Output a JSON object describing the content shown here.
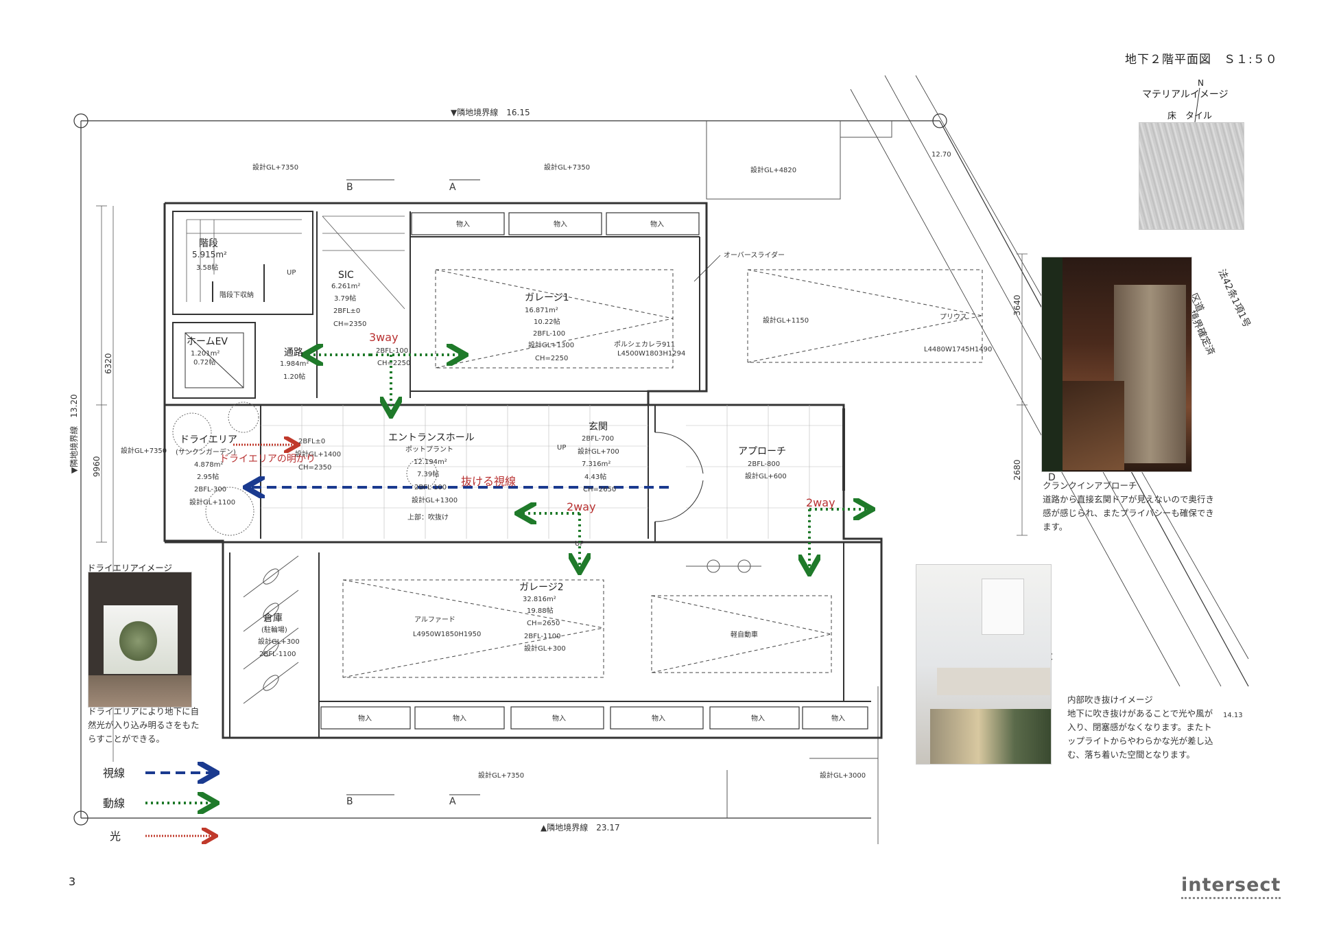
{
  "sheet": {
    "title": "地下２階平面図　Ｓ１:５０",
    "page_number": "3",
    "brand": "intersect"
  },
  "boundaries": {
    "top": "▼隣地境界線　16.15",
    "bottom": "▲隣地境界線　23.17",
    "left": "▼隣地境界線　13.20",
    "right_road": "法42条1項1号",
    "right_road2": "区道",
    "right_road3": "境界確定済",
    "north": "N"
  },
  "dimensions": {
    "d1": "6320",
    "d2": "9960",
    "d3": "3640",
    "d4": "2680",
    "corner_top": "12.70",
    "corner_bottom": "14.13"
  },
  "levels": {
    "gl_top_left": "設計GL+7350",
    "gl_top_mid": "設計GL+7350",
    "gl_top_right": "設計GL+4820",
    "gl_left": "設計GL+7350",
    "gl_bottom": "設計GL+7350",
    "gl_bottom_right": "設計GL+3000",
    "gl_right_parking": "設計GL+1150"
  },
  "section_marks": {
    "b": "B",
    "a": "A",
    "c": "C",
    "d": "D"
  },
  "rooms": {
    "stairs": {
      "name": "階段",
      "area": "5.915m²",
      "tatami": "3.58帖",
      "note": "階段下収納",
      "up": "UP"
    },
    "sic": {
      "name": "SIC",
      "area": "6.261m²",
      "tatami": "3.79帖",
      "fl": "2BFL±0",
      "ch": "CH=2350"
    },
    "ev": {
      "name": "ホームEV",
      "area": "1.201m²",
      "tatami": "0.72帖"
    },
    "passage": {
      "name": "通路",
      "area": "1.984m²",
      "tatami": "1.20帖",
      "fl": "2BFL-100",
      "ch": "CH=2250"
    },
    "garage1": {
      "name": "ガレージ1",
      "area": "16.871m²",
      "tatami": "10.22帖",
      "fl": "2BFL-100",
      "gl": "設計GL+1300",
      "ch": "CH=2250",
      "car": "ポルシェカレラ911",
      "car_size": "L4500W1803H1294"
    },
    "storage": "物入",
    "over_slider": "オーバースライダー",
    "prius": {
      "name": "プリウス",
      "size": "L4480W1745H1490"
    },
    "dry_area": {
      "name": "ドライエリア",
      "sub": "(サンクンガーデン)",
      "area": "4.878m²",
      "tatami": "2.95帖",
      "fl": "2BFL-300",
      "gl": "設計GL+1100"
    },
    "hall": {
      "name": "エントランスホール",
      "sub": "ポットプラント",
      "area": "12.194m²",
      "tatami": "7.39帖",
      "fl": "2BFL-100",
      "gl": "設計GL+1300",
      "fl2": "2BFL±0",
      "gl2": "設計GL+1400",
      "ch": "CH=2350",
      "note": "上部：吹抜け",
      "up": "UP"
    },
    "entry": {
      "name": "玄関",
      "fl": "2BFL-700",
      "gl": "設計GL+700",
      "area": "7.316m²",
      "tatami": "4.43帖",
      "ch": "CH=2650"
    },
    "approach": {
      "name": "アプローチ",
      "fl": "2BFL-800",
      "gl": "設計GL+600"
    },
    "garage2": {
      "name": "ガレージ2",
      "area": "32.816m²",
      "tatami": "19.88帖",
      "ch": "CH=2650",
      "fl": "2BFL-1100",
      "gl": "設計GL+300",
      "car": "アルファード",
      "car_size": "L4950W1850H1950",
      "car2": "軽自動車",
      "up": "UP"
    },
    "warehouse": {
      "name": "倉庫",
      "sub": "(駐輪場)",
      "gl": "設計GL+300",
      "fl": "2BFL-1100"
    }
  },
  "annotations": {
    "way3": "3way",
    "way2a": "2way",
    "way2b": "2way",
    "light_label": "ドライエリアの明かり",
    "sight_label": "抜ける視線"
  },
  "legend": {
    "sight": "視線",
    "flow": "動線",
    "light": "光"
  },
  "colors": {
    "sight": "#1a3a8f",
    "flow": "#1f7a2a",
    "light": "#c0392b",
    "wall": "#333333"
  },
  "captions": {
    "material_title": "マテリアルイメージ",
    "material_sub": "床　タイル",
    "crank_title": "クランクインアプローチ",
    "crank_body": "道路から直接玄関ドアが見えないので奥行き感が感じられ、またプライバシーも確保できます。",
    "dry_title": "ドライエリアイメージ",
    "dry_body": "ドライエリアにより地下に自然光が入り込み明るさをもたらすことができる。",
    "void_title": "内部吹き抜けイメージ",
    "void_body": "地下に吹き抜けがあることで光や風が入り、閉塞感がなくなります。またトップライトからやわらかな光が差し込む、落ち着いた空間となります。"
  }
}
